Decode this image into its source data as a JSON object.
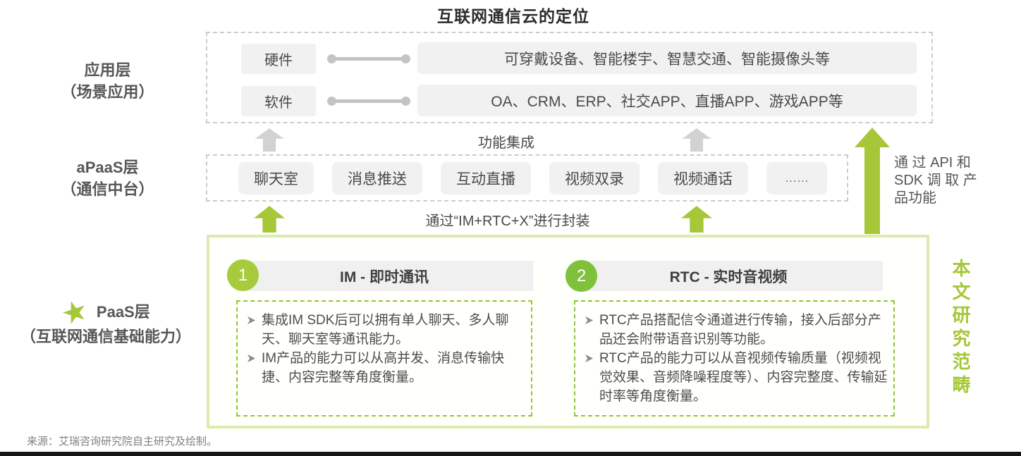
{
  "title": "互联网通信云的定位",
  "colors": {
    "accent_green": "#a5c738",
    "circle2_green": "#7fc13a",
    "dashed_green": "#94c43a",
    "paas_border_green": "#dcebb0",
    "panel_gray": "#f1f1f1",
    "arrow_gray": "#d2d2d2",
    "dashed_gray": "#cccccc",
    "text_dark": "#4a4a4a",
    "text_gray": "#808080"
  },
  "layer_labels": {
    "application": {
      "line1": "应用层",
      "line2": "（场景应用）"
    },
    "apaas": {
      "line1": "aPaaS层",
      "line2": "（通信中台）"
    },
    "paas": {
      "line1": "PaaS层",
      "line2": "（互联网通信基础能力）",
      "star_icon": "star"
    }
  },
  "application_layer": {
    "rows": [
      {
        "tag": "硬件",
        "items": "可穿戴设备、智能楼宇、智慧交通、智能摄像头等"
      },
      {
        "tag": "软件",
        "items": "OA、CRM、ERP、社交APP、直播APP、游戏APP等"
      }
    ]
  },
  "integration_label": "功能集成",
  "apaas_layer": {
    "chips": [
      "聊天室",
      "消息推送",
      "互动直播",
      "视频双录",
      "视频通话",
      "……"
    ]
  },
  "packaging_label": "通过“IM+RTC+X”进行封装",
  "api_arrow_label": {
    "lines": [
      "通 过 API 和",
      "SDK 调 取 产",
      "品功能"
    ]
  },
  "scope_label": "本文研究范畴",
  "paas_sections": [
    {
      "number": "1",
      "title": "IM - 即时通讯",
      "bullets": [
        "集成IM SDK后可以拥有单人聊天、多人聊天、聊天室等通讯能力。",
        "IM产品的能力可以从高并发、消息传输快捷、内容完整等角度衡量。"
      ]
    },
    {
      "number": "2",
      "title": "RTC - 实时音视频",
      "bullets": [
        "RTC产品搭配信令通道进行传输，接入后部分产品还会附带语音识别等功能。",
        "RTC产品的能力可以从音视频传输质量（视频视觉效果、音频降噪程度等）、内容完整度、传输延时率等角度衡量。"
      ]
    }
  ],
  "source": "来源：艾瑞咨询研究院自主研究及绘制。"
}
